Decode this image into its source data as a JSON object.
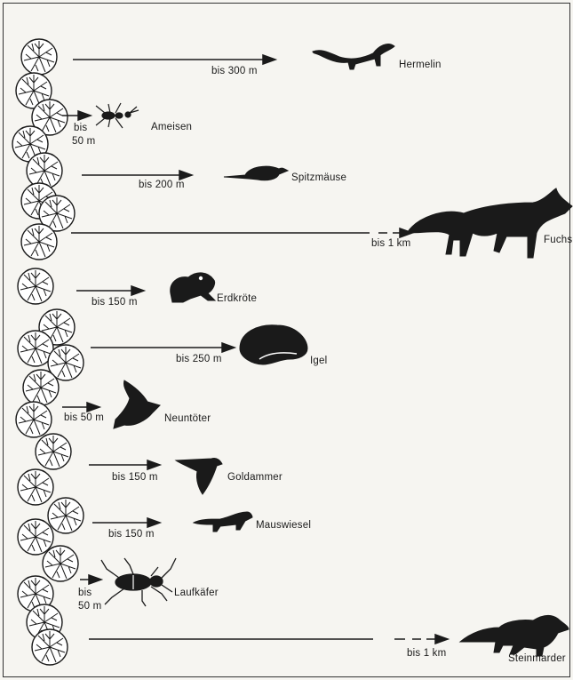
{
  "colors": {
    "ink": "#1a1a1a",
    "paper": "#f6f5f1",
    "hedge_fill": "#ffffff"
  },
  "rows": [
    {
      "distance": "bis 300 m",
      "animal": "Hermelin",
      "icon": "ermine-icon"
    },
    {
      "distance": "bis 50 m",
      "distance_lines": [
        "bis",
        "50 m"
      ],
      "animal": "Ameisen",
      "icon": "ant-icon"
    },
    {
      "distance": "bis 200 m",
      "animal": "Spitzmäuse",
      "icon": "shrew-icon"
    },
    {
      "distance": "bis 1 km",
      "animal": "Fuchs",
      "icon": "fox-icon"
    },
    {
      "distance": "bis 150 m",
      "animal": "Erdkröte",
      "icon": "toad-icon"
    },
    {
      "distance": "bis 250 m",
      "animal": "Igel",
      "icon": "hedgehog-icon"
    },
    {
      "distance": "bis 50 m",
      "animal": "Neuntöter",
      "icon": "shrike-icon"
    },
    {
      "distance": "bis 150 m",
      "animal": "Goldammer",
      "icon": "yellowhammer-icon"
    },
    {
      "distance": "bis 150 m",
      "animal": "Mauswiesel",
      "icon": "weasel-icon"
    },
    {
      "distance": "bis 50 m",
      "distance_lines": [
        "bis",
        "50 m"
      ],
      "animal": "Laufkäfer",
      "icon": "ground-beetle-icon"
    },
    {
      "distance": "bis 1 km",
      "animal": "Steinmarder",
      "icon": "stone-marten-icon"
    }
  ]
}
